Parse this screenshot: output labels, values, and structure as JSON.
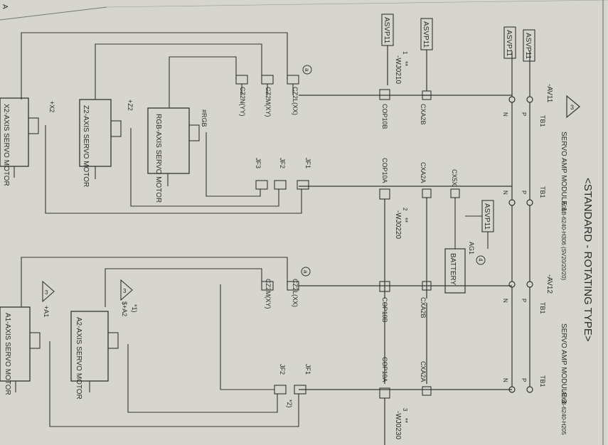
{
  "title": "<STANDARD - ROTATING TYPE>",
  "corner_letter": "A",
  "revision_mark": "3",
  "module1": {
    "label": "SERVO AMP MODULE 1",
    "spec": "A06B-6240-H306 (SV20/20/20)",
    "power": {
      "name": "-AV11",
      "tb_left": "TB1",
      "tb_right": "TB1",
      "p": "P",
      "n": "N"
    },
    "asvp_top_left": "ASVP11",
    "asvp_top_right": "ASVP11",
    "asvp_mid": "ASVP11",
    "asvp_low": "ASVP11",
    "cable1": {
      "num": "1",
      "stars": "**",
      "name": "-WJ0210"
    },
    "cable2": {
      "num": "2",
      "stars": "**",
      "name": "-WJ0220"
    },
    "connectors": [
      "COP10B",
      "CXA2B",
      "CXA2A",
      "CX5X",
      "COP10A"
    ],
    "battery": {
      "asvp": "ASVP11",
      "ag": "AG1",
      "num": "4",
      "label": "BATTERY"
    },
    "axis_conn": [
      "CZ2L(XX)",
      "CZ2M(XY)",
      "CZ2N(YY)"
    ],
    "feedback": [
      "JF1",
      "JF2",
      "JF3"
    ],
    "loop_mark": "a"
  },
  "module3": {
    "label": "SERVO AMP MODULE 3",
    "spec": "A06B-6240-H205",
    "power": {
      "name": "-AV12",
      "tb_left": "TB1",
      "tb_right": "TB1",
      "p": "P",
      "n": "N"
    },
    "cable3": {
      "num": "3",
      "stars": "**",
      "name": "-WJ0230"
    },
    "connectors": [
      "COP10B",
      "CXA2B",
      "CXA2A",
      "COP10A"
    ],
    "axis_conn": [
      "CZ2L(XX)",
      "CZ2M(XY)"
    ],
    "feedback": [
      "JF1",
      "JF2"
    ],
    "loop_mark": "a",
    "note2": "*2)"
  },
  "motors": [
    {
      "label": "X2-AXIS SERVO MOTOR",
      "axis": "+X2"
    },
    {
      "label": "Z2-AXIS SERVO MOTOR",
      "axis": "+Z2"
    },
    {
      "label": "RGB-AXIS SERVO MOTOR",
      "axis": "#RGB"
    },
    {
      "label": "A2-AXIS SERVO MOTOR",
      "axis": "$+A2",
      "note": "*1)",
      "rev": "3"
    },
    {
      "label": "A1-AXIS SERVO MOTOR",
      "axis": "+A1",
      "rev": "3"
    }
  ]
}
